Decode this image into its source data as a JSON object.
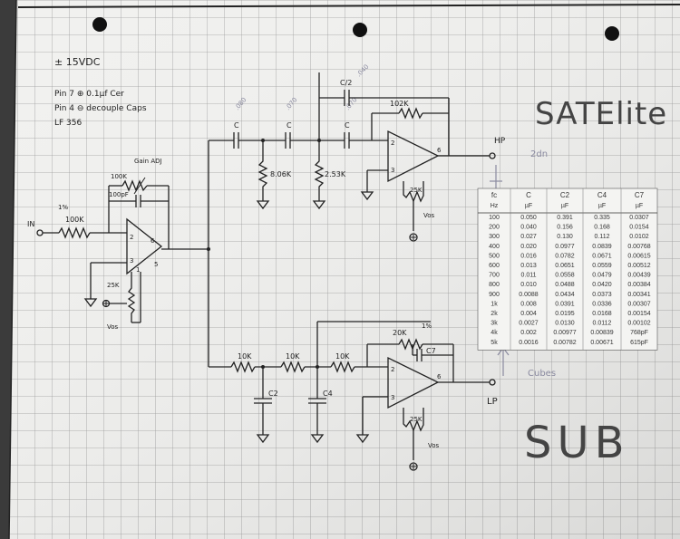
{
  "power": {
    "supply": "± 15VDC"
  },
  "notes": {
    "line1": "Pin 7 ⊕   0.1µf Cer",
    "line2": "Pin 4 ⊖   decouple Caps",
    "line3": "LF 356"
  },
  "labels": {
    "satelite": "SATElite",
    "sub": "SUB",
    "hp": "HP",
    "lp": "LP",
    "in": "IN",
    "two_k": "2dn",
    "cubes": "Cubes"
  },
  "input_stage": {
    "r_in": "100K",
    "r_in_note": "1%",
    "gain_adj": "Gain ADJ",
    "r_fb": "100K",
    "c_fb": "100pF",
    "trim": "25K",
    "vos": "Vos",
    "pin2": "2",
    "pin3": "3",
    "pin6": "6",
    "pin1": "1",
    "pin5": "5"
  },
  "hp_stage": {
    "c1": "C",
    "c1_val": ".080",
    "c2": "C",
    "c2_val": ".070",
    "c3": "C",
    "c3_val": ".070",
    "c_fb": "C/2",
    "c_fb_val": ".040",
    "r1": "8.06K",
    "r2": "2.53K",
    "r_fb": "102K",
    "trim": "25K",
    "vos": "Vos",
    "pin2": "2",
    "pin3": "3",
    "pin6": "6"
  },
  "lp_stage": {
    "r1": "10K",
    "r2": "10K",
    "r3": "10K",
    "c2": "C2",
    "c4": "C4",
    "c7": "C7",
    "r_fb": "20K",
    "r_fb_note": "1%",
    "trim": "25K",
    "vos": "Vos",
    "pin2": "2",
    "pin3": "3",
    "pin6": "6"
  },
  "table": {
    "headers": [
      "fc",
      "C",
      "C2",
      "C4",
      "C7"
    ],
    "units": [
      "Hz",
      "µF",
      "µF",
      "µF",
      "µF"
    ],
    "rows": [
      [
        "100",
        "0.050",
        "0.391",
        "0.335",
        "0.0307"
      ],
      [
        "200",
        "0.040",
        "0.156",
        "0.168",
        "0.0154"
      ],
      [
        "300",
        "0.027",
        "0.130",
        "0.112",
        "0.0102"
      ],
      [
        "400",
        "0.020",
        "0.0977",
        "0.0839",
        "0.00768"
      ],
      [
        "500",
        "0.016",
        "0.0782",
        "0.0671",
        "0.00615"
      ],
      [
        "600",
        "0.013",
        "0.0651",
        "0.0559",
        "0.00512"
      ],
      [
        "700",
        "0.011",
        "0.0558",
        "0.0479",
        "0.00439"
      ],
      [
        "800",
        "0.010",
        "0.0488",
        "0.0420",
        "0.00384"
      ],
      [
        "900",
        "0.0088",
        "0.0434",
        "0.0373",
        "0.00341"
      ],
      [
        "1k",
        "0.008",
        "0.0391",
        "0.0336",
        "0.00307"
      ],
      [
        "2k",
        "0.004",
        "0.0195",
        "0.0168",
        "0.00154"
      ],
      [
        "3k",
        "0.0027",
        "0.0130",
        "0.0112",
        "0.00102"
      ],
      [
        "4k",
        "0.002",
        "0.00977",
        "0.00839",
        "768pF"
      ],
      [
        "5k",
        "0.0016",
        "0.00782",
        "0.00671",
        "615pF"
      ]
    ]
  }
}
